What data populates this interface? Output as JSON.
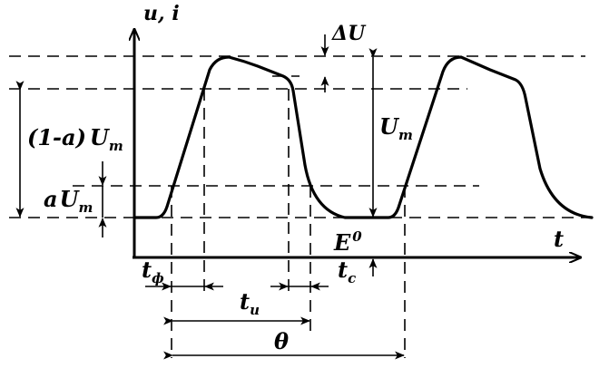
{
  "axes": {
    "vertical_label": "u, i",
    "horizontal_label": "t"
  },
  "labels": {
    "delta_u": "ΔU",
    "u_m_main": "U",
    "u_m_main_sub": "m",
    "one_minus_a_prefix": "(1-a)",
    "one_minus_a_u": "U",
    "one_minus_a_sub": "m",
    "a_prefix": "a",
    "a_u": "U",
    "a_sub": "m",
    "e0": "E",
    "e0_sup": "0",
    "t_front": "t",
    "t_front_sub": "ф",
    "t_pulse": "t",
    "t_pulse_sub": "и",
    "t_cut": "t",
    "t_cut_sub": "c",
    "theta": "θ"
  }
}
